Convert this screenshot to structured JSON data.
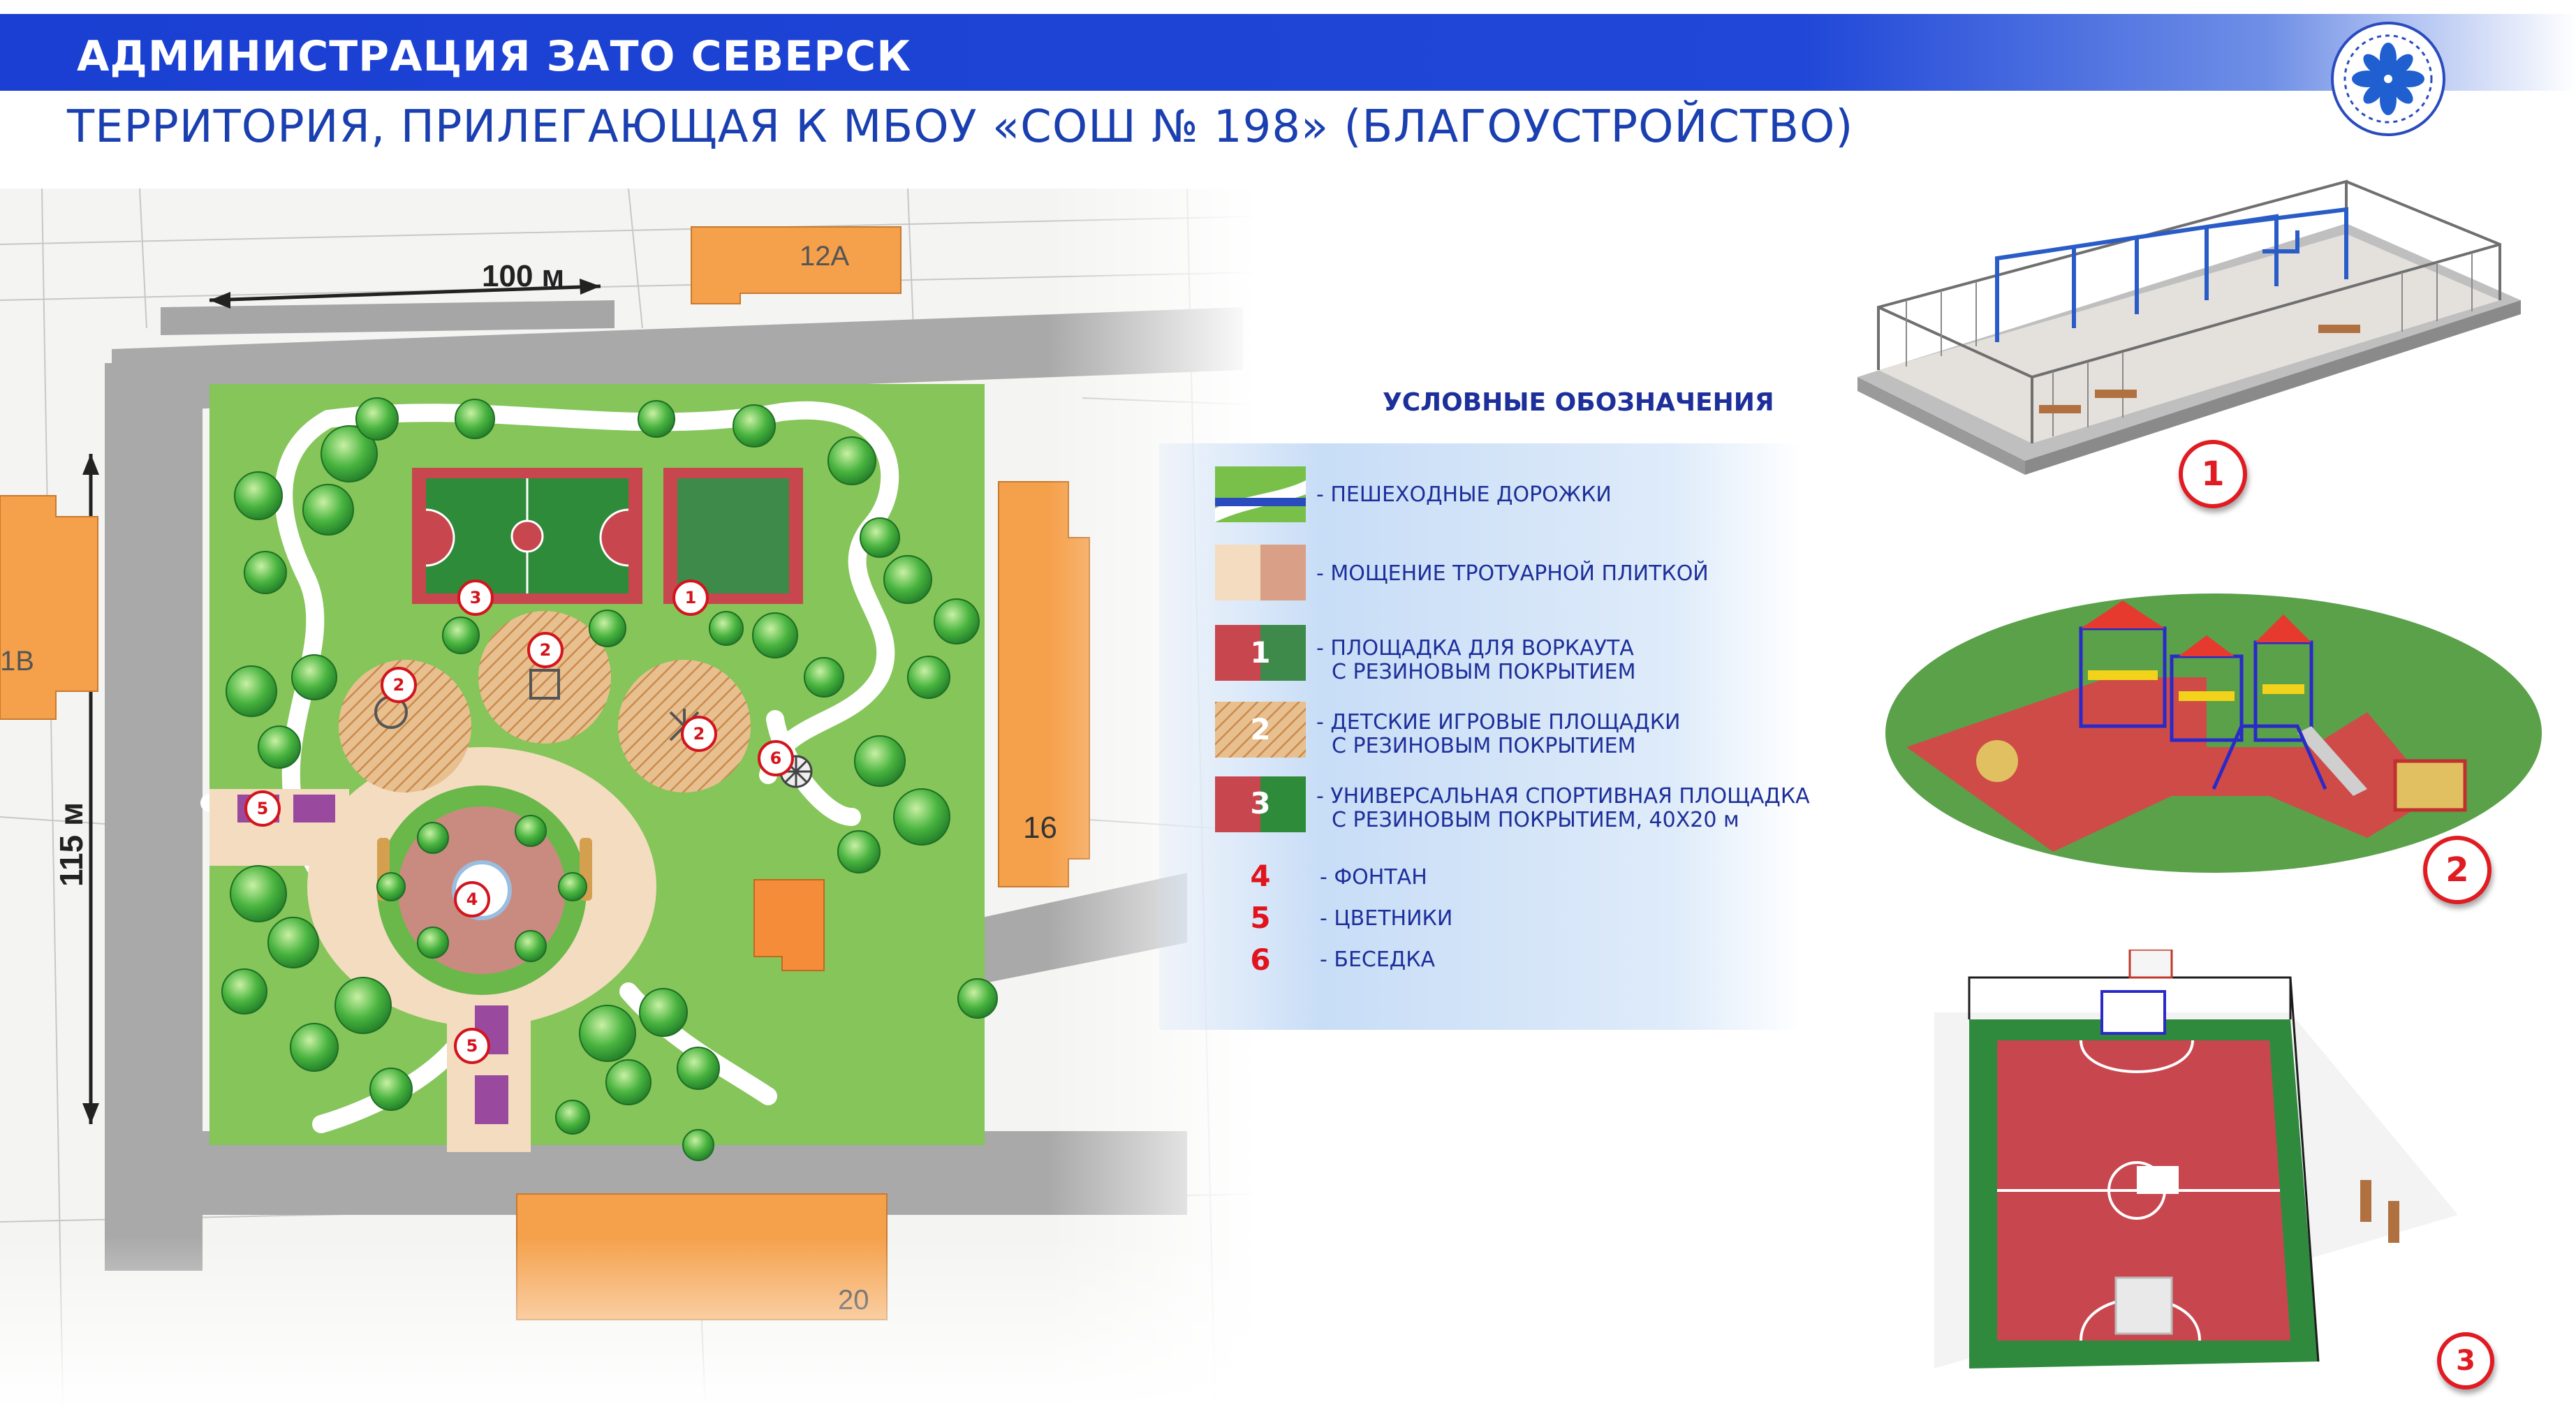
{
  "header": {
    "title": "АДМИНИСТРАЦИЯ ЗАТО СЕВЕРСК",
    "subtitle": "ТЕРРИТОРИЯ, ПРИЛЕГАЮЩАЯ К МБОУ «СОШ № 198» (БЛАГОУСТРОЙСТВО)"
  },
  "map": {
    "scale_horizontal": "100 м",
    "scale_vertical": "115 м",
    "buildings": [
      "12А",
      "1В",
      "16",
      "20"
    ],
    "markers": [
      "1",
      "2",
      "3",
      "4",
      "5",
      "6"
    ]
  },
  "legend": {
    "title": "УСЛОВНЫЕ ОБОЗНАЧЕНИЯ",
    "items": [
      {
        "number": "",
        "label_1": "- ПЕШЕХОДНЫЕ ДОРОЖКИ",
        "label_2": ""
      },
      {
        "number": "",
        "label_1": "- МОЩЕНИЕ ТРОТУАРНОЙ ПЛИТКОЙ",
        "label_2": ""
      },
      {
        "number": "1",
        "label_1": "- ПЛОЩАДКА ДЛЯ ВОРКАУТА",
        "label_2": "С РЕЗИНОВЫМ ПОКРЫТИЕМ"
      },
      {
        "number": "2",
        "label_1": "- ДЕТСКИЕ ИГРОВЫЕ ПЛОЩАДКИ",
        "label_2": "С РЕЗИНОВЫМ ПОКРЫТИЕМ"
      },
      {
        "number": "3",
        "label_1": "- УНИВЕРСАЛЬНАЯ СПОРТИВНАЯ ПЛОЩАДКА",
        "label_2": "С РЕЗИНОВЫМ ПОКРЫТИЕМ, 40Х20 м"
      },
      {
        "number": "4",
        "label_1": "- ФОНТАН",
        "label_2": ""
      },
      {
        "number": "5",
        "label_1": "- ЦВЕТНИКИ",
        "label_2": ""
      },
      {
        "number": "6",
        "label_1": "- БЕСЕДКА",
        "label_2": ""
      }
    ]
  },
  "illustrations": {
    "labels": [
      "1",
      "2",
      "3"
    ]
  },
  "colors": {
    "header_blue": "#1a3fd2",
    "title_blue": "#1a3fb0",
    "marker_red": "#e01b22",
    "lawn_green": "#7cc44a",
    "tree_green": "#3fae3a",
    "paving_beige": "#f1d9bc",
    "building_orange": "#f5a04a",
    "court_green": "#2e8b3a",
    "court_red": "#c8474f"
  }
}
